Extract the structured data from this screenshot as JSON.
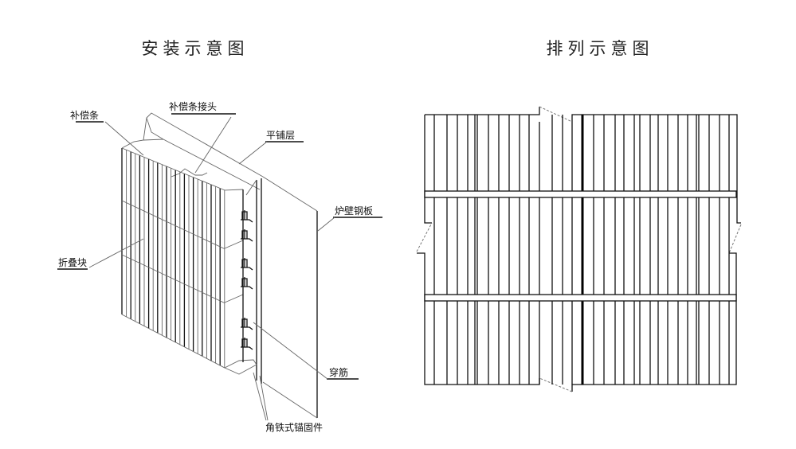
{
  "titles": {
    "installation": "安装示意图",
    "arrangement": "排列示意图"
  },
  "labels": {
    "compensation_strip": "补偿条",
    "compensation_joint": "补偿条接头",
    "flat_layer": "平铺层",
    "furnace_wall_plate": "炉壁钢板",
    "folding_block": "折叠块",
    "threaded_bar": "穿筋",
    "angle_anchor": "角铁式锚固件"
  }
}
